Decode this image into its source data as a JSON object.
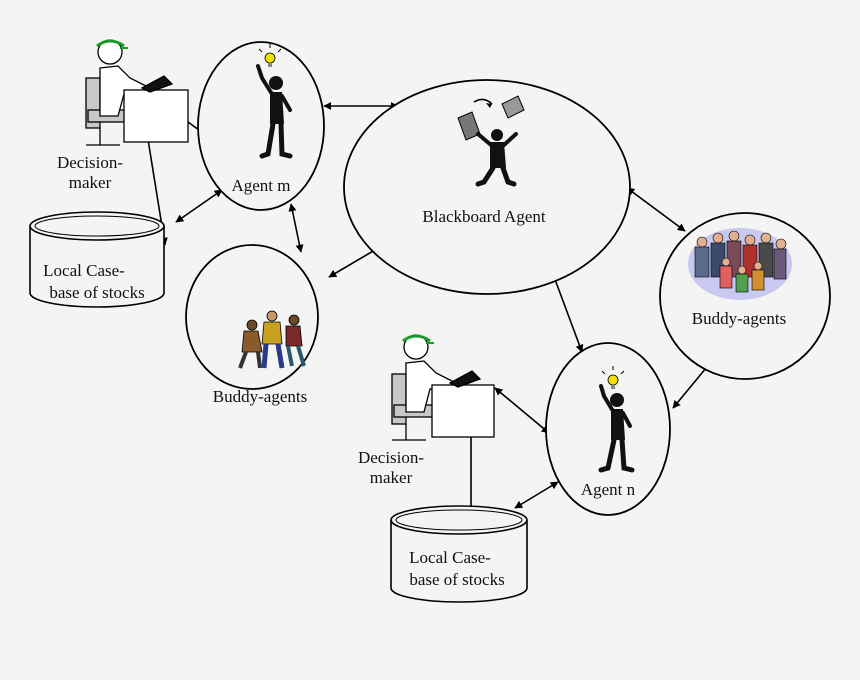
{
  "nodes": {
    "agent_m": "Agent m",
    "agent_n": "Agent n",
    "blackboard": "Blackboard Agent",
    "buddy_left": "Buddy-agents",
    "buddy_right": "Buddy-agents",
    "dm_top": [
      "Decision-",
      "maker"
    ],
    "dm_bottom": [
      "Decision-",
      "maker"
    ],
    "db_top": [
      "Local Case-",
      "base of stocks"
    ],
    "db_bottom": [
      "Local Case-",
      "base of stocks"
    ]
  },
  "colors": {
    "background": "#f4f4f4",
    "stroke": "#000000",
    "bulb": "#f5e100",
    "visor": "#1a9a2a"
  }
}
